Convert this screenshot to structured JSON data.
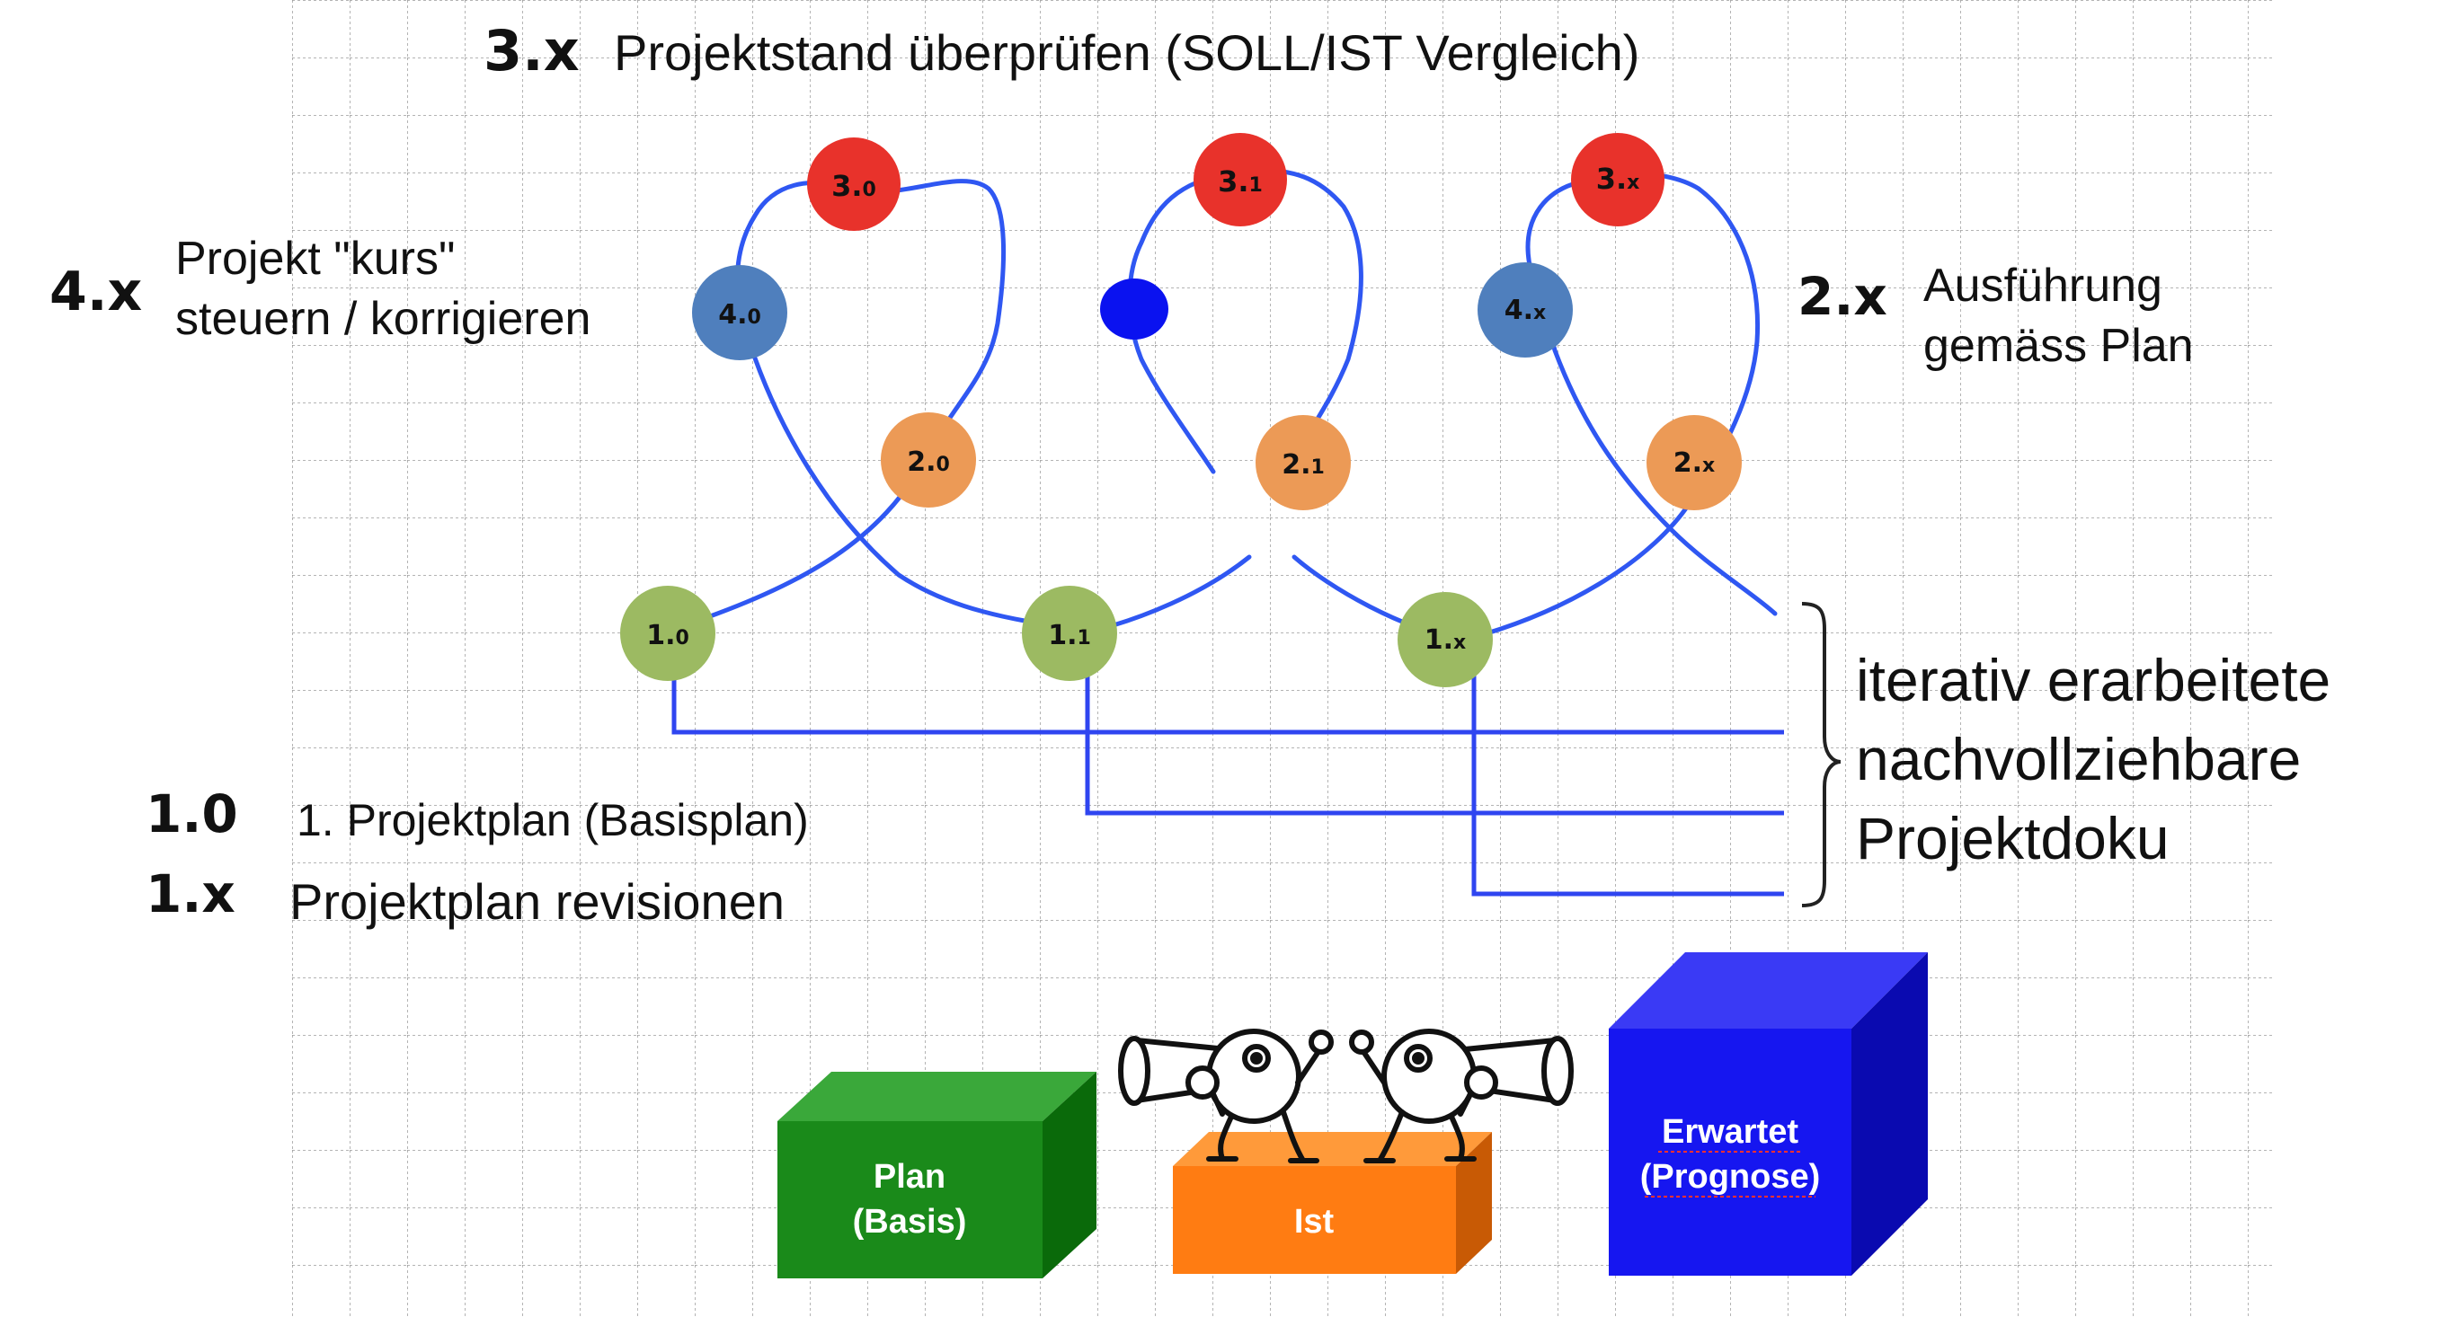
{
  "headings": {
    "h3x": {
      "code": "3.x",
      "text": "Projektstand überprüfen (SOLL/IST Vergleich)"
    },
    "h4x": {
      "code": "4.x",
      "line1": "Projekt \"kurs\"",
      "line2": "steuern / korrigieren"
    },
    "h2x": {
      "code": "2.x",
      "line1": "Ausführung",
      "line2": "gemäss Plan"
    },
    "h10": {
      "code": "1.0",
      "text": "1. Projektplan (Basisplan)"
    },
    "h1x": {
      "code": "1.x",
      "text": "Projektplan revisionen"
    }
  },
  "doc_note": {
    "line1": "iterativ erarbeitete",
    "line2": "nachvollziehbare",
    "line3": "Projektdoku"
  },
  "nodes": {
    "n3_0": {
      "main": "3.",
      "sub": "0"
    },
    "n3_1": {
      "main": "3.",
      "sub": "1"
    },
    "n3_x": {
      "main": "3.",
      "sub": "x"
    },
    "n4_0": {
      "main": "4.",
      "sub": "0"
    },
    "n4_x": {
      "main": "4.",
      "sub": "x"
    },
    "n2_0": {
      "main": "2.",
      "sub": "0"
    },
    "n2_1": {
      "main": "2.",
      "sub": "1"
    },
    "n2_x": {
      "main": "2.",
      "sub": "x"
    },
    "n1_0": {
      "main": "1.",
      "sub": "0"
    },
    "n1_1": {
      "main": "1.",
      "sub": "1"
    },
    "n1_x": {
      "main": "1.",
      "sub": "x"
    }
  },
  "boxes": {
    "plan": {
      "line1": "Plan",
      "line2": "(Basis)"
    },
    "ist": {
      "label": "Ist"
    },
    "erwartet": {
      "line1": "Erwartet",
      "line2": "(Prognose)"
    }
  },
  "colors": {
    "red": "#e8322b",
    "blue_node": "#4f7fbd",
    "orange_node": "#ec9a56",
    "green_node": "#9cba62",
    "loop_blue": "#2f57f2",
    "plan_green": "#1a8a1a",
    "ist_orange": "#ff7c12",
    "erwartet_blue": "#1616f0"
  }
}
